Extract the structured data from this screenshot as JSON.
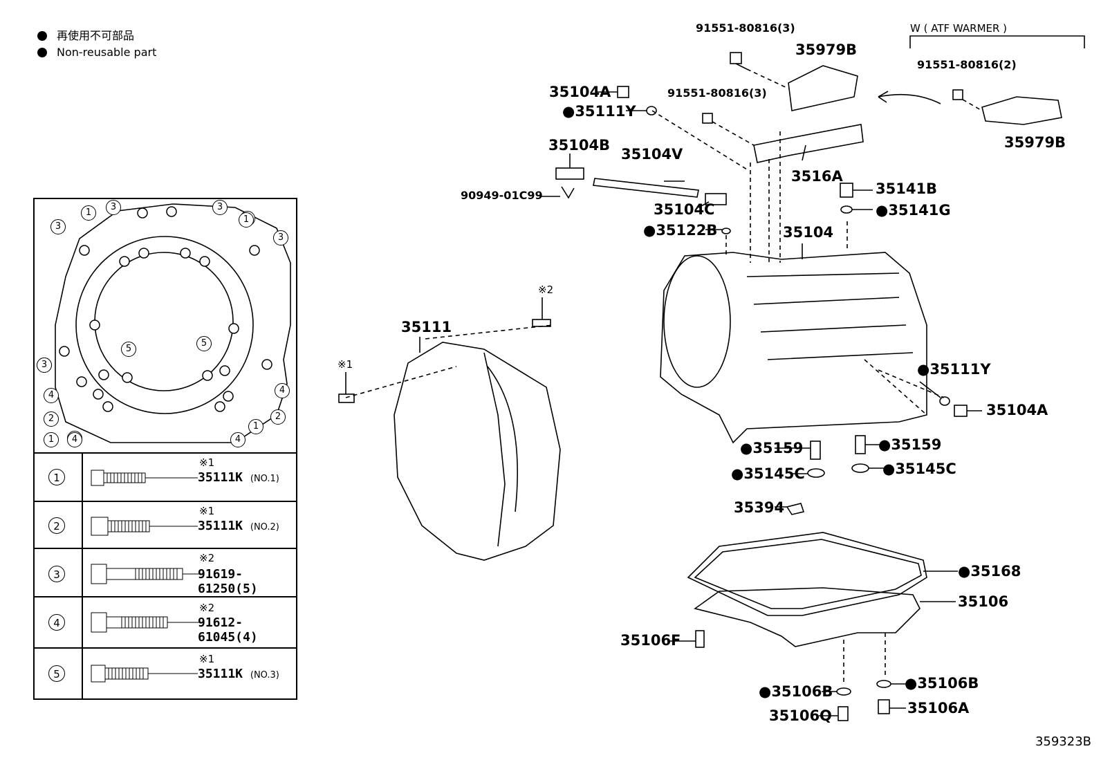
{
  "legend": {
    "line1": "再使用不可部品",
    "line2": "Non-reusable part"
  },
  "callouts": {
    "p91551_top": "91551-80816(3)",
    "atf_warmer": "W ( ATF WARMER )",
    "p91551_right": "91551-80816(2)",
    "p35979b_top": "35979B",
    "p35979b_right": "35979B",
    "p35104a_top": "35104A",
    "p35111y_top": "●35111Y",
    "p91551_mid": "91551-80816(3)",
    "p35104b": "35104B",
    "p35104v": "35104V",
    "p90949": "90949-01C99",
    "p35104c": "35104C",
    "p3516a": "3516A",
    "p35141b": "35141B",
    "p35141g": "●35141G",
    "p35122b": "●35122B",
    "p35104": "35104",
    "mark2": "※2",
    "p35111": "35111",
    "mark1": "※1",
    "p35111y_right": "●35111Y",
    "p35104a_right": "35104A",
    "p35159_left": "●35159",
    "p35159_right": "●35159",
    "p35145c_left": "●35145C",
    "p35145c_right": "●35145C",
    "p35394": "35394",
    "p35168": "●35168",
    "p35106": "35106",
    "p35106f": "35106F",
    "p35106b_left": "●35106B",
    "p35106b_right": "●35106B",
    "p35106q": "35106Q",
    "p35106a": "35106A"
  },
  "gasket_callouts": [
    "1",
    "3",
    "3",
    "3",
    "1",
    "3",
    "1",
    "3",
    "5",
    "5",
    "3",
    "4",
    "4",
    "2",
    "2",
    "1",
    "1",
    "4",
    "4",
    "4"
  ],
  "bolt_table": [
    {
      "num": "1",
      "mark": "※1",
      "part": "35111K",
      "note": "(NO.1)"
    },
    {
      "num": "2",
      "mark": "※1",
      "part": "35111K",
      "note": "(NO.2)"
    },
    {
      "num": "3",
      "mark": "※2",
      "part": "91619-61250(5)",
      "note": ""
    },
    {
      "num": "4",
      "mark": "※2",
      "part": "91612-61045(4)",
      "note": ""
    },
    {
      "num": "5",
      "mark": "※1",
      "part": "35111K",
      "note": "(NO.3)"
    }
  ],
  "footer": "359323B"
}
